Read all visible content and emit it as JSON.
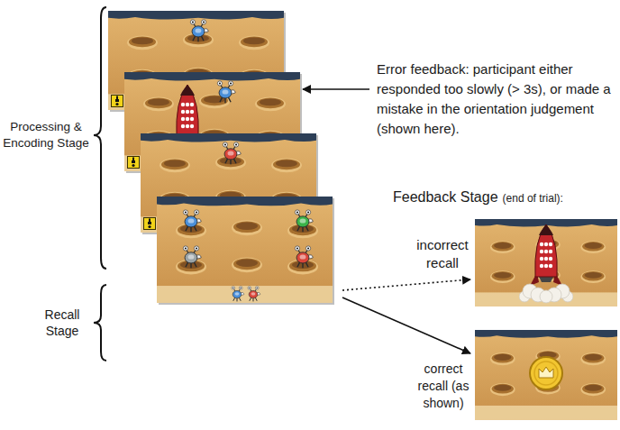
{
  "diagram": {
    "labels": [
      "Processing & Encoding Stage",
      "Recall Stage",
      "Error feedback: participant either responded too slowly (> 3s), or made a mistake in the orientation judgement (shown here).",
      "Feedback Stage",
      "(end of trial):",
      "incorrect recall",
      "correct recall (as shown)"
    ]
  }
}
